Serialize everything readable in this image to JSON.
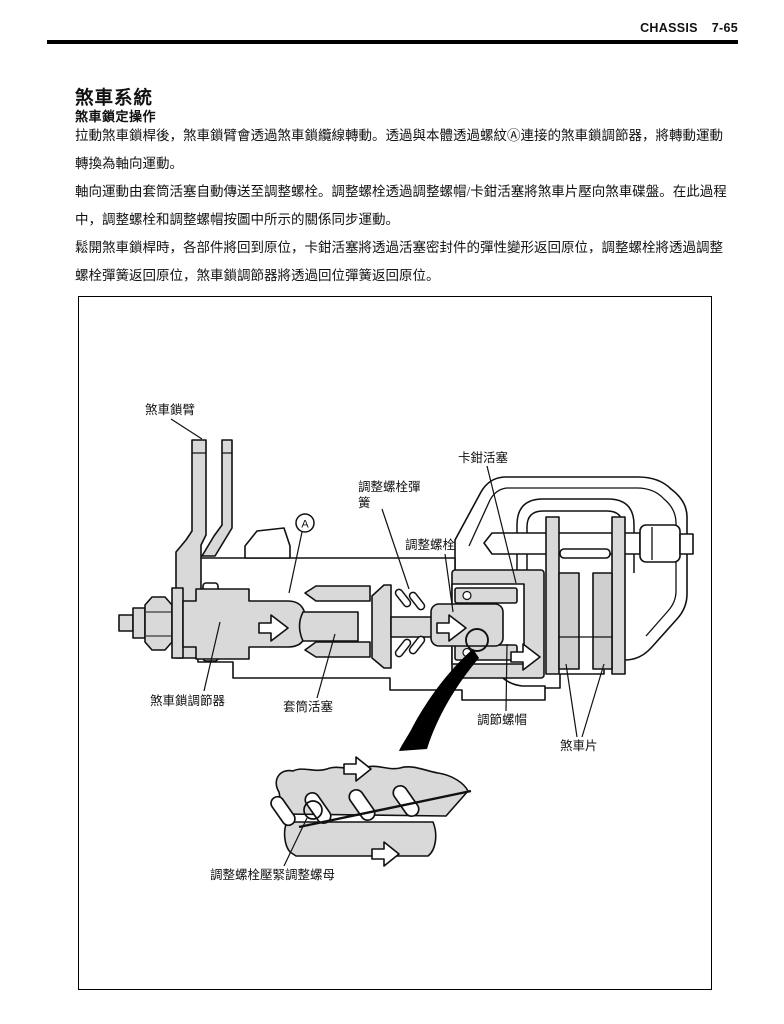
{
  "header": {
    "chapter": "CHASSIS",
    "page_no": "7-65"
  },
  "title": "煞車系統",
  "subtitle": "煞車鎖定操作",
  "paragraphs": {
    "p1": {
      "line1": "拉動煞車鎖桿後，煞車鎖臂會透過煞車鎖纜線轉動。透過與本體透過螺紋Ⓐ連接的煞車鎖調節器，將轉動運動",
      "line2": "轉換為軸向運動。"
    },
    "p2": {
      "line1": "軸向運動由套筒活塞自動傳送至調整螺栓。調整螺栓透過調整螺帽/卡鉗活塞將煞車片壓向煞車碟盤。在此過程",
      "line2": "中，調整螺栓和調整螺帽按圖中所示的關係同步運動。"
    },
    "p3": {
      "line1": "鬆開煞車鎖桿時，各部件將回到原位，卡鉗活塞將透過活塞密封件的彈性變形返回原位，調整螺栓將透過調整",
      "line2": "螺栓彈簧返回原位，煞車鎖調節器將透過回位彈簧返回原位。"
    }
  },
  "diagram": {
    "labels": {
      "brake_lock_arm": "煞車鎖臂",
      "caliper_piston": "卡鉗活塞",
      "adjusting_bolt_spring_line1": "調整螺栓彈",
      "adjusting_bolt_spring_line2": "簧",
      "adjusting_bolt": "調整螺栓",
      "thread_marker": "A",
      "brake_lock_adjuster": "煞車鎖調節器",
      "sleeve_piston": "套筒活塞",
      "adjusting_nut": "調節螺帽",
      "brake_pads": "煞車片",
      "detail_note": "調整螺栓壓緊調整螺母"
    },
    "colors": {
      "metal_gray": "#d9d9d9",
      "pad_gray": "#cfcfcf",
      "outline": "#111111"
    }
  }
}
